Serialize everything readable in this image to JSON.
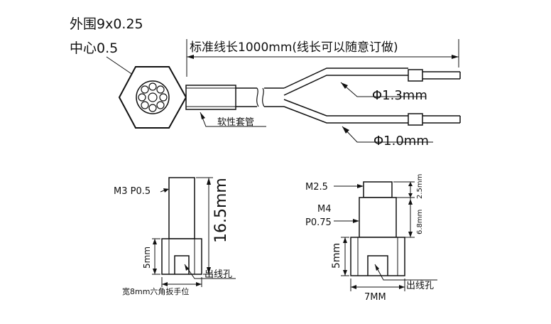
{
  "cable": {
    "outer_spec": "外围9x0.25",
    "core_spec": "中心0.5",
    "length_note": "标准线长1000mm(线长可以随意订做)",
    "wire_upper": "Φ1.3mm",
    "wire_lower": "Φ1.0mm",
    "sleeve_label": "软性套管"
  },
  "probe_left": {
    "thread_label": "M3 P0.5",
    "length_dim": "16.5mm",
    "base_dim": "5mm",
    "outlet_label": "出线孔",
    "wrench_label": "宽8mm六角扳手位"
  },
  "probe_right": {
    "tip_label": "M2.5",
    "thread_label": "M4",
    "pitch_label": "P0.75",
    "tip_dim": "2.5mm",
    "length_dim": "6.8mm",
    "base_dim": "5mm",
    "outlet_label": "出线孔",
    "width_dim": "7MM"
  }
}
